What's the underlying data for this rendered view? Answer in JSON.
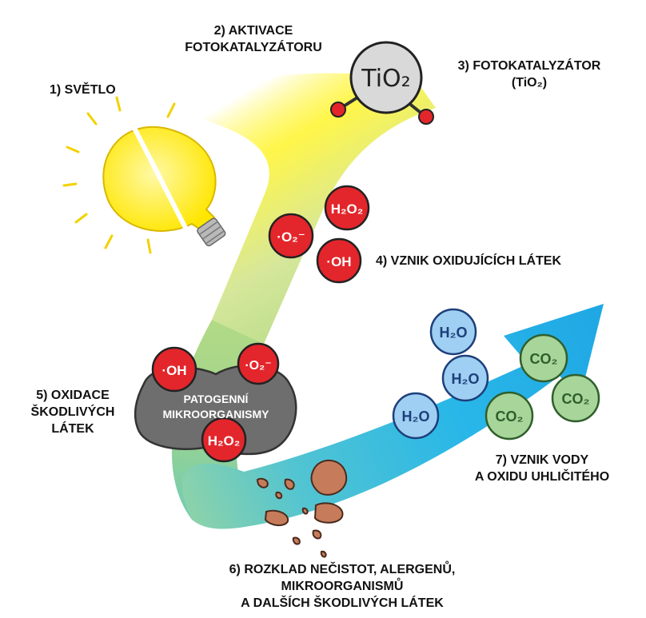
{
  "steps": [
    {
      "lines": [
        "1) SVĚTLO"
      ]
    },
    {
      "lines": [
        "2) AKTIVACE",
        "FOTOKATALYZÁTORU"
      ]
    },
    {
      "lines": [
        "3) FOTOKATALYZÁTOR",
        "(TiO₂)"
      ]
    },
    {
      "lines": [
        "4) VZNIK OXIDUJÍCÍCH LÁTEK"
      ]
    },
    {
      "lines": [
        "5) OXIDACE",
        "ŠKODLIVÝCH",
        "LÁTEK"
      ]
    },
    {
      "lines": [
        "6) ROZKLAD NEČISTOT, ALERGENŮ,",
        "MIKROORGANISMŮ",
        "A DALŠÍCH ŠKODLIVÝCH LÁTEK"
      ]
    },
    {
      "lines": [
        "7) VZNIK VODY",
        "A OXIDU UHLIČITÉHO"
      ]
    }
  ],
  "pathogen": {
    "lines": [
      "PATOGENNÍ",
      "MIKROORGANISMY"
    ]
  },
  "catalyst": {
    "formula": "TiO₂"
  },
  "molecules": {
    "h2o2": "H₂O₂",
    "o2_radical": "·O₂⁻",
    "oh_radical": "·OH",
    "water": "H₂O",
    "co2": "CO₂"
  },
  "icons": [
    "light-bulb-icon",
    "tio2-catalyst-icon",
    "debris-icon"
  ],
  "colors": {
    "yellow": "#fff200",
    "green": "#b9dc8c",
    "blue": "#29b7e8",
    "red_molecule": "#e3262b",
    "blue_molecule": "#9fcff2",
    "green_molecule": "#a8d59a",
    "pathogen": "#6e6e6e",
    "debris": "#c67c5a"
  }
}
